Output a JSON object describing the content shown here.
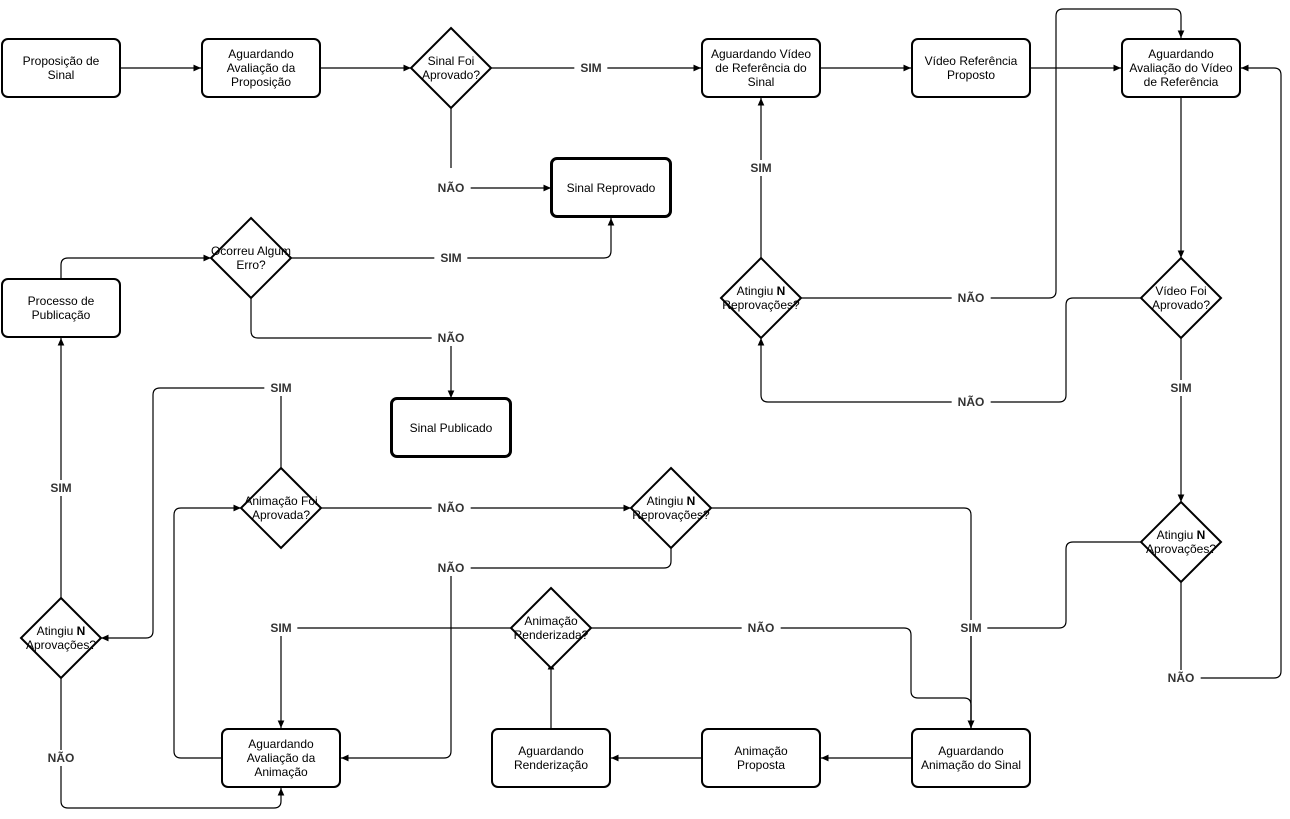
{
  "nodes": {
    "proposicao": "Proposição de Sinal",
    "aguardando_avaliacao_proposicao": "Aguardando Avaliação da Proposição",
    "sinal_foi_aprovado": "Sinal Foi Aprovado?",
    "aguardando_video_referencia": "Aguardando Vídeo de Referência do Sinal",
    "video_referencia_proposto": "Vídeo Referência Proposto",
    "aguardando_avaliacao_video": "Aguardando Avaliação do Vídeo de Referência",
    "sinal_reprovado": "Sinal Reprovado",
    "ocorreu_erro": "Ocorreu Algum Erro?",
    "processo_publicacao": "Processo de Publicação",
    "sinal_publicado": "Sinal Publicado",
    "atingiu_reprovacoes_video_pre": "Atingiu ",
    "atingiu_reprovacoes_video_n": "N",
    "atingiu_reprovacoes_video_post": "Reprovações?",
    "video_foi_aprovado": "Vídeo Foi Aprovado?",
    "animacao_foi_aprovada": "Animação Foi Aprovada?",
    "atingiu_reprovacoes_anim_pre": "Atingiu ",
    "atingiu_reprovacoes_anim_n": "N",
    "atingiu_reprovacoes_anim_post": "Reprovações?",
    "atingiu_aprovacoes_video_pre": "Atingiu ",
    "atingiu_aprovacoes_video_n": "N",
    "atingiu_aprovacoes_video_post": "Aprovações?",
    "atingiu_aprovacoes_anim_pre": "Atingiu ",
    "atingiu_aprovacoes_anim_n": "N",
    "atingiu_aprovacoes_anim_post": "Aprovações?",
    "animacao_renderizada": "Animação Renderizada?",
    "aguardando_avaliacao_animacao": "Aguardando Avaliação da Animação",
    "aguardando_renderizacao": "Aguardando Renderização",
    "animacao_proposta": "Animação Proposta",
    "aguardando_animacao": "Aguardando Animação do Sinal"
  },
  "edge_labels": {
    "sinal_aprovado_sim": "SIM",
    "sinal_aprovado_nao": "NÃO",
    "erro_sim": "SIM",
    "erro_nao": "NÃO",
    "video_reprov_sim": "SIM",
    "video_reprov_nao": "NÃO",
    "video_aprovado_nao": "NÃO",
    "video_aprovado_sim": "SIM",
    "anim_aprov_n_sim": "SIM",
    "publicacao_sim": "SIM",
    "anim_aprovada_nao": "NÃO",
    "anim_reprov_nao": "NÃO",
    "renderizada_sim": "SIM",
    "renderizada_nao": "NÃO",
    "video_aprov_n_sim": "SIM",
    "video_aprov_n_nao": "NÃO",
    "anim_aprov_n_nao": "NÃO"
  },
  "colors": {
    "stroke": "#000000",
    "label_text": "#333333",
    "background": "#ffffff"
  }
}
